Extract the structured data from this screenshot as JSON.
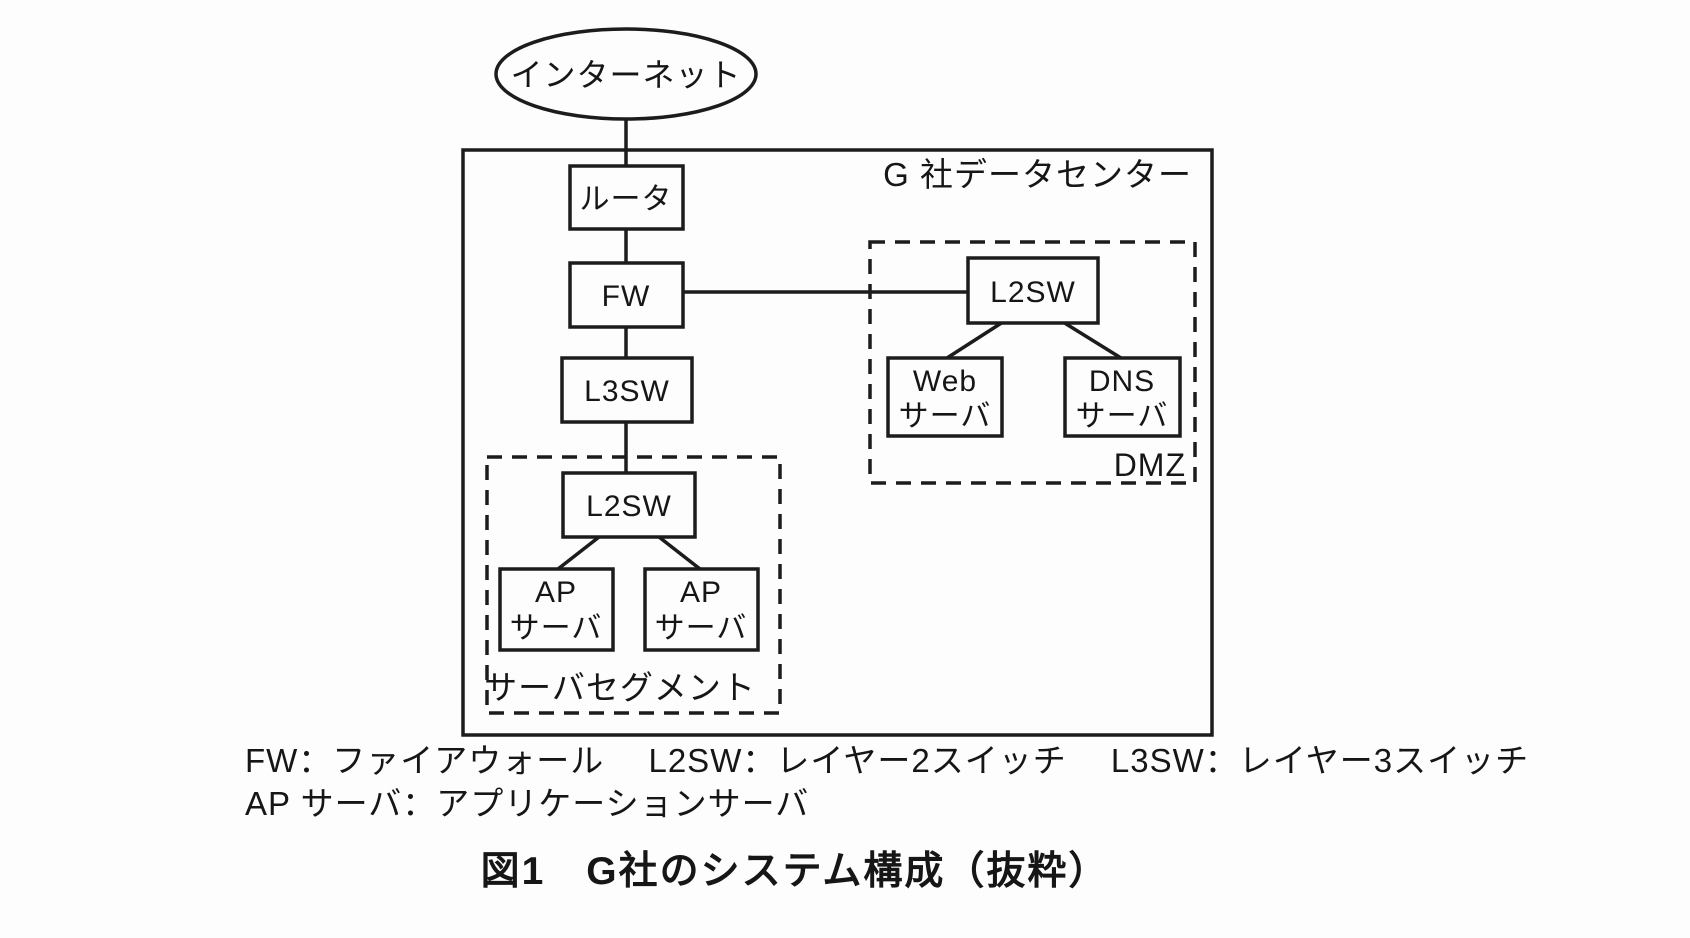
{
  "colors": {
    "ink": "#1c1c1c",
    "paper": "#fdfdfd"
  },
  "diagram": {
    "internet": {
      "label": "インターネット"
    },
    "datacenter": {
      "label": "G 社データセンター"
    },
    "nodes": {
      "router": {
        "label": "ルータ"
      },
      "fw": {
        "label": "FW"
      },
      "l3sw": {
        "label": "L3SW"
      },
      "l2sw_dmz": {
        "label": "L2SW"
      },
      "l2sw_server": {
        "label": "L2SW"
      },
      "web_server": {
        "line1": "Web",
        "line2": "サーバ"
      },
      "dns_server": {
        "line1": "DNS",
        "line2": "サーバ"
      },
      "ap_server_1": {
        "line1": "AP",
        "line2": "サーバ"
      },
      "ap_server_2": {
        "line1": "AP",
        "line2": "サーバ"
      }
    },
    "zones": {
      "dmz": {
        "label": "DMZ"
      },
      "server_segment": {
        "label": "サーバセグメント"
      }
    }
  },
  "legend": {
    "line1": "FW：ファイアウォール　 L2SW：レイヤー2スイッチ　 L3SW：レイヤー3スイッチ",
    "line2": "AP サーバ：アプリケーションサーバ"
  },
  "caption": {
    "text": "図1　G社のシステム構成（抜粋）"
  }
}
